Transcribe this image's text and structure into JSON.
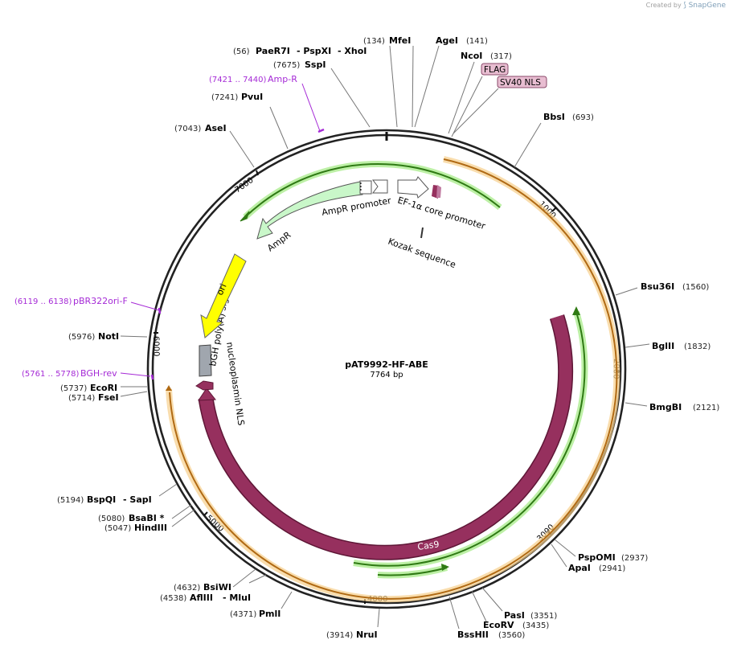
{
  "header": {
    "created_by": "Created by",
    "brand": "SnapGene"
  },
  "plasmid": {
    "name": "pAT9992-HF-ABE",
    "length": "7764 bp"
  },
  "ticks": [
    "1000",
    "2000",
    "3000",
    "4000",
    "5000",
    "6000",
    "7000"
  ],
  "enzymes": [
    {
      "id": "paer7i",
      "name": "PaeR7I",
      "pos": "(56)",
      "extra": "- PspXI",
      "extra2": "- XhoI"
    },
    {
      "id": "mfei",
      "name": "MfeI",
      "pos": "(134)"
    },
    {
      "id": "agei",
      "name": "AgeI",
      "pos": "(141)"
    },
    {
      "id": "ncoi",
      "name": "NcoI",
      "pos": "(317)"
    },
    {
      "id": "sspi",
      "name": "SspI",
      "pos": "(7675)"
    },
    {
      "id": "pvui",
      "name": "PvuI",
      "pos": "(7241)"
    },
    {
      "id": "asei",
      "name": "AseI",
      "pos": "(7043)"
    },
    {
      "id": "bbsi",
      "name": "BbsI",
      "pos": "(693)"
    },
    {
      "id": "bsu36i",
      "name": "Bsu36I",
      "pos": "(1560)"
    },
    {
      "id": "bglii",
      "name": "BglII",
      "pos": "(1832)"
    },
    {
      "id": "bmgbi",
      "name": "BmgBI",
      "pos": "(2121)"
    },
    {
      "id": "pspomi",
      "name": "PspOMI",
      "pos": "(2937)"
    },
    {
      "id": "apai",
      "name": "ApaI",
      "pos": "(2941)"
    },
    {
      "id": "pasi",
      "name": "PasI",
      "pos": "(3351)"
    },
    {
      "id": "ecorv",
      "name": "EcoRV",
      "pos": "(3435)"
    },
    {
      "id": "bsshii",
      "name": "BssHII",
      "pos": "(3560)"
    },
    {
      "id": "nrui",
      "name": "NruI",
      "pos": "(3914)"
    },
    {
      "id": "pmli",
      "name": "PmlI",
      "pos": "(4371)"
    },
    {
      "id": "bsiwi",
      "name": "BsiWI",
      "pos": "(4632)"
    },
    {
      "id": "afliii",
      "name": "AflIII",
      "pos": "(4538)",
      "extra": "- MluI"
    },
    {
      "id": "bspqi",
      "name": "BspQI",
      "pos": "(5194)",
      "extra": "- SapI"
    },
    {
      "id": "bsabi",
      "name": "BsaBI *",
      "pos": "(5080)"
    },
    {
      "id": "hindiii",
      "name": "HindIII",
      "pos": "(5047)"
    },
    {
      "id": "ecori",
      "name": "EcoRI",
      "pos": "(5737)"
    },
    {
      "id": "fsei",
      "name": "FseI",
      "pos": "(5714)"
    },
    {
      "id": "noti",
      "name": "NotI",
      "pos": "(5976)"
    }
  ],
  "primers": [
    {
      "id": "ampr-primer",
      "name": "Amp-R",
      "range": "(7421 .. 7440)"
    },
    {
      "id": "pbr322ori-f",
      "name": "pBR322ori-F",
      "range": "(6119 .. 6138)"
    },
    {
      "id": "bgh-rev",
      "name": "BGH-rev",
      "range": "(5761 .. 5778)"
    }
  ],
  "features": {
    "flag": "FLAG",
    "sv40_nls": "SV40 NLS",
    "ef1a": "EF-1α core promoter",
    "ampr_promoter": "AmpR promoter",
    "ampr": "AmpR",
    "ori": "ori",
    "bgh": "bGH poly(A) signal",
    "nucleoplasmin": "nucleoplasmin NLS",
    "kozak": "Kozak sequence",
    "cas9": "Cas9"
  },
  "colors": {
    "backbone": "#222222",
    "cas9": "#96305e",
    "cds_orange": "#d08a2a",
    "green_feature": "#3d8a1a",
    "ampr_fill": "#c9f7c9",
    "ori_fill": "#ffff00",
    "polya_fill": "#a0a6ae",
    "primer": "#a52ad6"
  }
}
